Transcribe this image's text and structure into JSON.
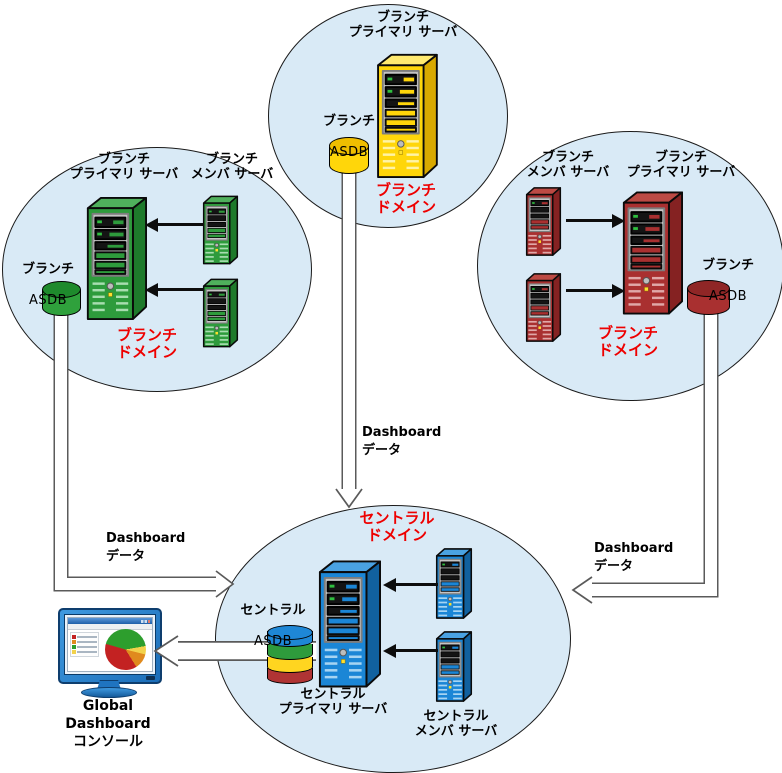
{
  "diagram_type": "architecture",
  "colors": {
    "ellipse_fill": "#D9EAF6",
    "domain_label_red": "#EE0000",
    "branch_top_yellow": "#FFD60A",
    "branch_left_green": "#2E9B3C",
    "branch_right_red": "#A93030",
    "central_blue": "#1B86D6",
    "central_asdb_bands": [
      "#1E87D6",
      "#2E9B3C",
      "#FFD520",
      "#B03434"
    ],
    "pie_slices": [
      "#2D9E2D",
      "#F2D24B",
      "#E08A1E",
      "#C32222"
    ]
  },
  "domains": {
    "branch_top": {
      "primary_server": "ブランチ\nプライマリ サーバ",
      "asdb_jp": "ブランチ",
      "asdb_en": "ASDB",
      "domain": "ブランチ\nドメイン"
    },
    "branch_left": {
      "primary_server": "ブランチ\nプライマリ サーバ",
      "member_server": "ブランチ\nメンバ サーバ",
      "asdb_jp": "ブランチ",
      "asdb_en": "ASDB",
      "domain": "ブランチ\nドメイン"
    },
    "branch_right": {
      "member_server": "ブランチ\nメンバ サーバ",
      "primary_server": "ブランチ\nプライマリ サーバ",
      "asdb_jp": "ブランチ",
      "asdb_en": "ASDB",
      "domain": "ブランチ\nドメイン"
    },
    "central": {
      "domain": "セントラル\nドメイン",
      "asdb_jp": "セントラル",
      "asdb_en": "ASDB",
      "primary_server": "セントラル\nプライマリ サーバ",
      "member_server": "セントラル\nメンバ サーバ"
    }
  },
  "flows": {
    "left": "Dashboard\nデータ",
    "center": "Dashboard\nデータ",
    "right": "Dashboard\nデータ"
  },
  "console": {
    "label": "Global\nDashboard\nコンソール"
  }
}
